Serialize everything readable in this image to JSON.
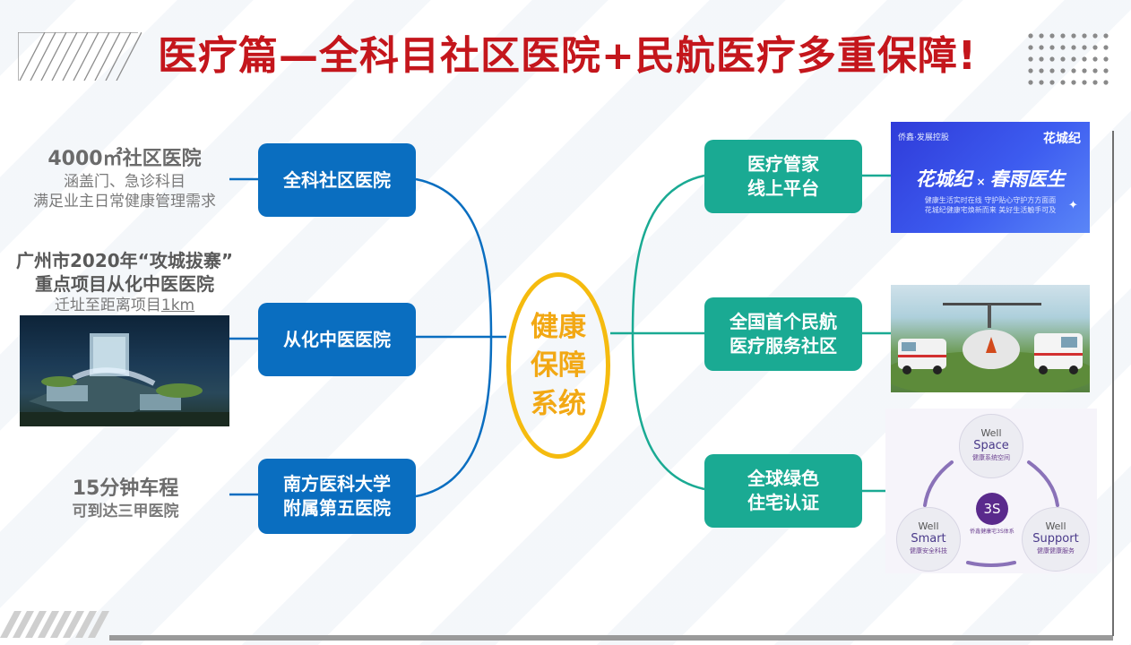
{
  "title": "医疗篇—全科目社区医院+民航医疗多重保障!",
  "center": "健康保障系统",
  "left_nodes": [
    {
      "label": "全科社区医院"
    },
    {
      "label": "从化中医医院"
    },
    {
      "label": "南方医科大学附属第五医院"
    }
  ],
  "right_nodes": [
    {
      "label": "医疗管家线上平台"
    },
    {
      "label": "全国首个民航医疗服务社区"
    },
    {
      "label": "全球绿色住宅认证"
    }
  ],
  "left_labels": {
    "first": {
      "heading": "4000㎡社区医院",
      "line1": "涵盖门、急诊科目",
      "line2": "满足业主日常健康管理需求"
    },
    "second": {
      "line1": "广州市2020年“攻城拔寨”",
      "line2": "重点项目从化中医医院",
      "line3_prefix": "迁址至距离项目",
      "line3_value": "1km"
    },
    "third": {
      "heading": "15分钟车程",
      "sub": "可到达三甲医院"
    }
  },
  "card_platform": {
    "brand_left": "侨鑫·发展控股",
    "brand_right": "花城纪",
    "slogan_left": "花城纪",
    "slogan_cross": "×",
    "slogan_right": "春雨医生",
    "desc1": "健康生活实时在线 守护贴心守护方方面面",
    "desc2": "花城纪健康宅焕新而来 美好生活触手可及"
  },
  "card_well": {
    "space": {
      "well": "Well",
      "name": "Space",
      "desc": "健康系统空间"
    },
    "smart": {
      "well": "Well",
      "name": "Smart",
      "desc": "健康安全科技"
    },
    "support": {
      "well": "Well",
      "name": "Support",
      "desc": "健康健康服务"
    },
    "core": "3S",
    "core_caption": "侨鑫健康宅3S体系"
  },
  "colors": {
    "title": "#c4161c",
    "blue": "#0a6ec0",
    "teal": "#1aaa93",
    "accent": "#f5bb0f"
  }
}
